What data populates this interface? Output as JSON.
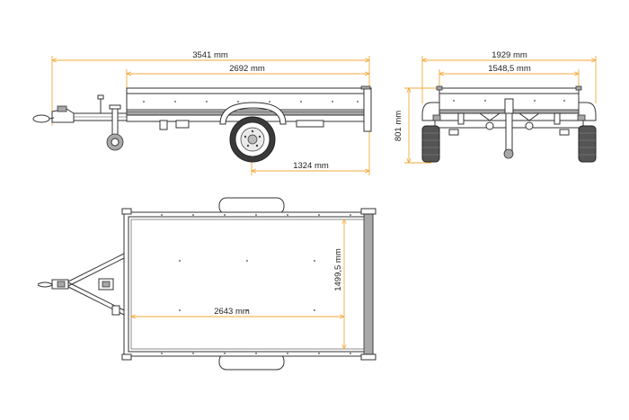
{
  "colors": {
    "dimension": "#f2a93b",
    "lines": "#333333",
    "background": "#ffffff"
  },
  "side_view": {
    "overall_length": "3541 mm",
    "box_length": "2692 mm",
    "axle_to_rear": "1324 mm"
  },
  "rear_view": {
    "overall_width": "1929 mm",
    "box_width": "1548,5 mm",
    "height": "801 mm"
  },
  "top_view": {
    "inner_length": "2643 mm",
    "inner_width": "1499,5 mm"
  }
}
